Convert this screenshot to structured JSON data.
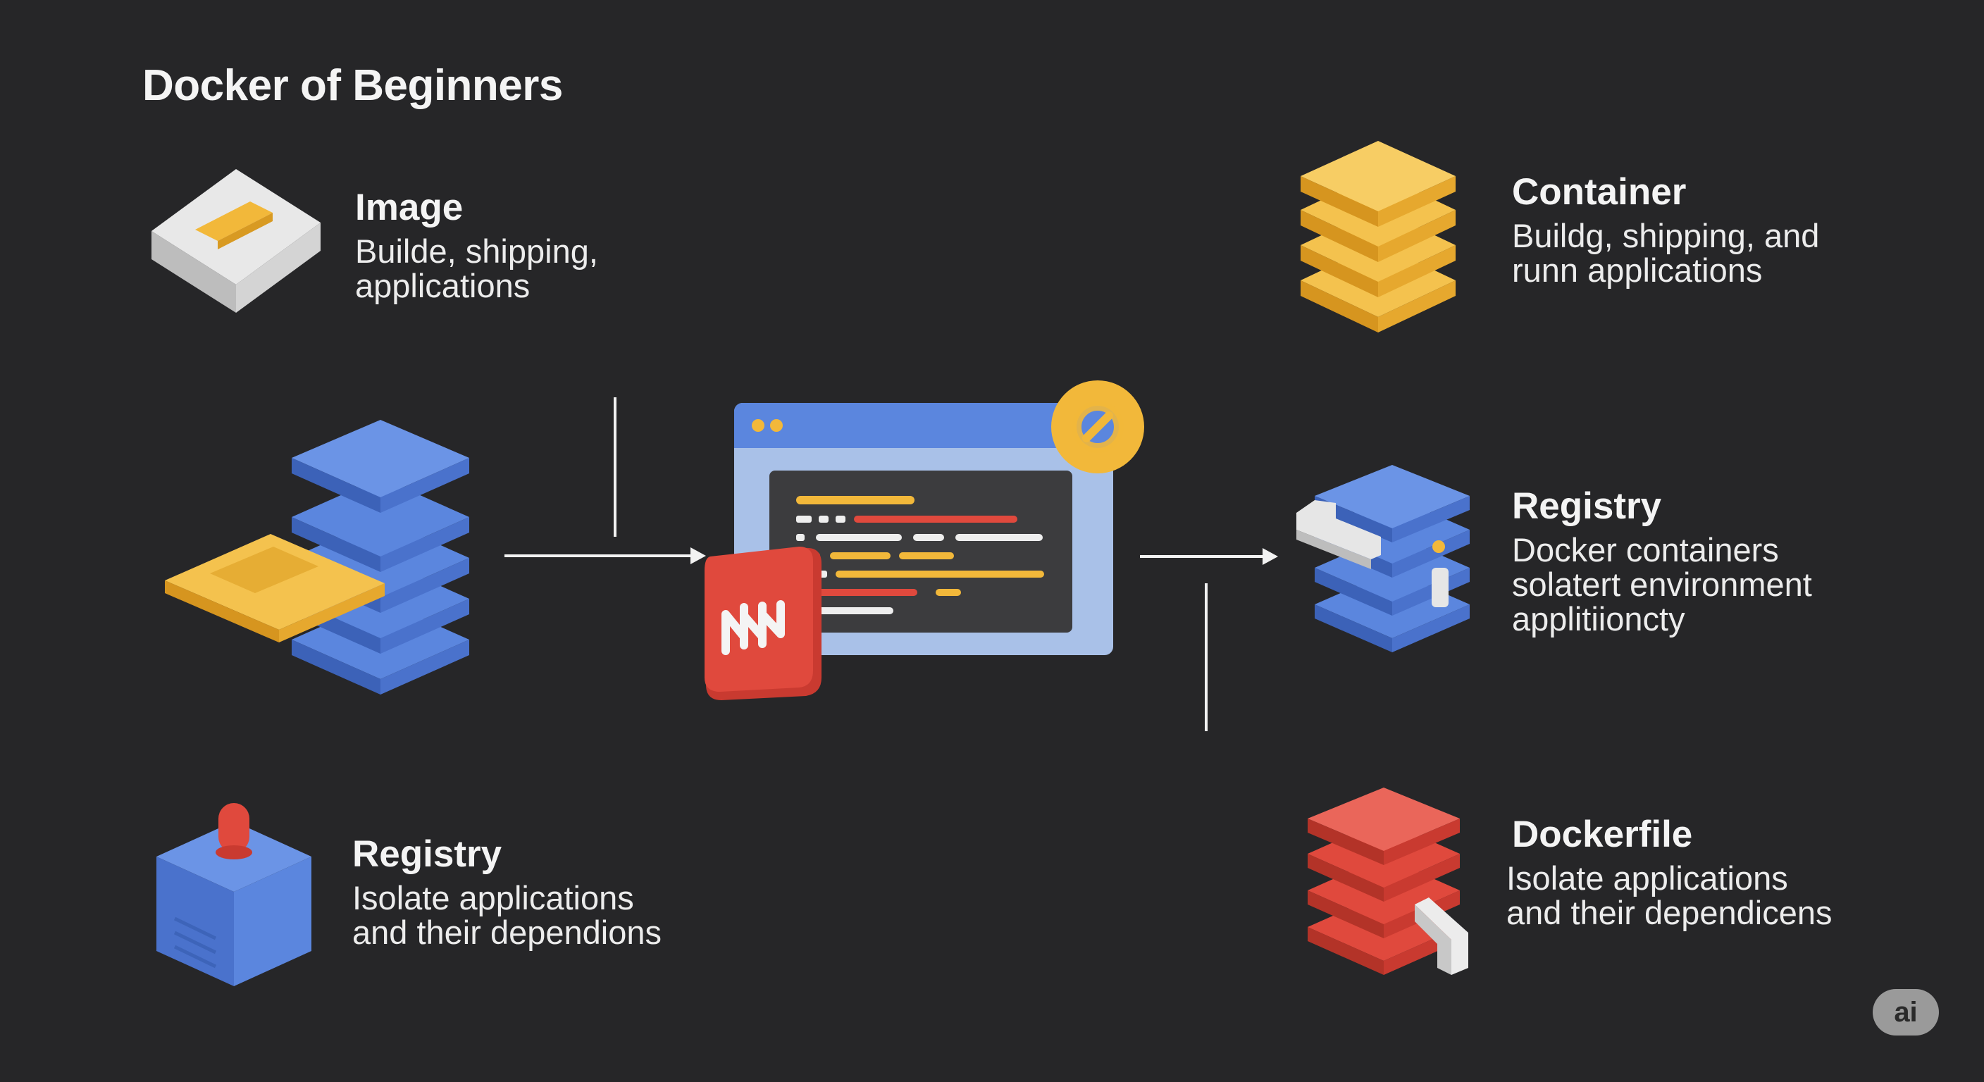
{
  "title": "Docker of Beginners",
  "blocks": {
    "image": {
      "heading": "Image",
      "body": "Builde, shipping,\napplications"
    },
    "container": {
      "heading": "Container",
      "body": "Buildg, shipping, and\nrunn applications"
    },
    "registry_right": {
      "heading": "Registry",
      "body": "Docker containers\nsolatert environment\napplitiioncty"
    },
    "registry_left": {
      "heading": "Registry",
      "body": "Isolate applications\nand their dependions"
    },
    "dockerfile": {
      "heading": "Dockerfile",
      "body": "Isolate applications\nand their dependicens"
    }
  },
  "badge": {
    "label": "ai"
  },
  "colors": {
    "background": "#262628",
    "blue": "#5b86de",
    "yellow": "#f2b83a",
    "red": "#e0493d"
  },
  "icons": [
    "tag-card-icon",
    "container-stack-icon",
    "server-stack-icon",
    "registry-box-icon",
    "dockerfile-stack-icon",
    "code-window-icon",
    "blocked-badge-icon",
    "red-logo-tile-icon"
  ]
}
